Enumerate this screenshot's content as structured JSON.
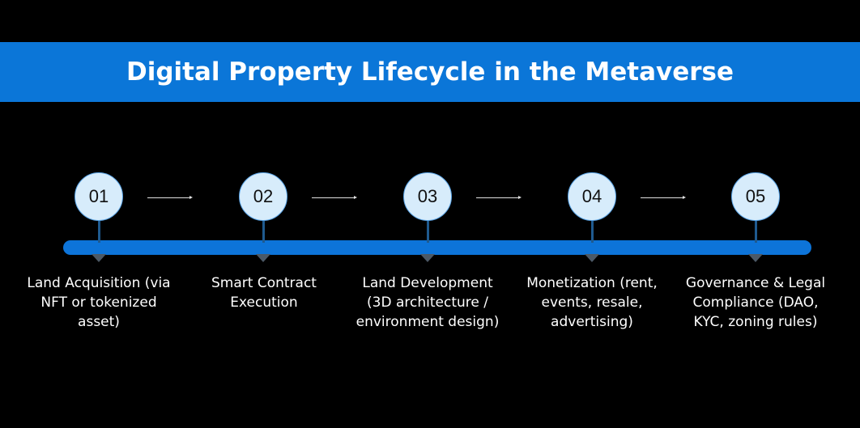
{
  "title": "Digital Property Lifecycle in the Metaverse",
  "colors": {
    "banner": "#0b76d8",
    "timeline_bar": "#0d74d9",
    "circle_fill": "#d7ecfb",
    "circle_border": "#5aa4e6",
    "background": "#000000"
  },
  "steps": [
    {
      "number": "01",
      "label": "Land Acquisition (via NFT or tokenized asset)"
    },
    {
      "number": "02",
      "label": "Smart Contract Execution"
    },
    {
      "number": "03",
      "label": "Land Development (3D architecture / environment design)"
    },
    {
      "number": "04",
      "label": "Monetization (rent, events, resale, advertising)"
    },
    {
      "number": "05",
      "label": "Governance & Legal Compliance (DAO, KYC, zoning rules)"
    }
  ]
}
